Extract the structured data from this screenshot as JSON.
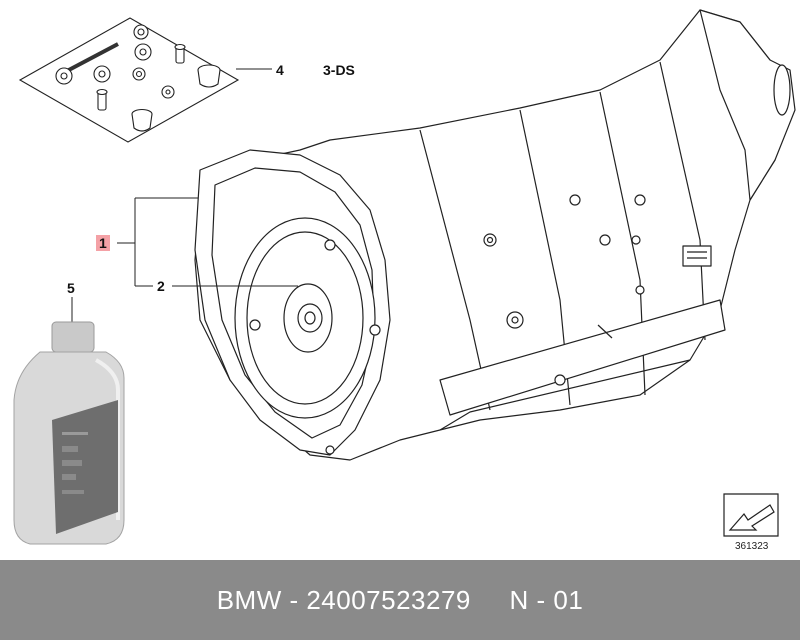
{
  "callouts": {
    "c1": "1",
    "c2": "2",
    "c4": "4",
    "c5": "5"
  },
  "variant_label": "3-DS",
  "reference_number": "361323",
  "footer": {
    "text": "BMW - 24007523279     N - 01"
  },
  "colors": {
    "highlight": "#f4a1a6",
    "footer_bg": "#8a8a8a",
    "footer_text": "#ffffff",
    "line_art": "#222222",
    "bottle_body": "#d9d9d9",
    "bottle_label": "#6e6e6e"
  }
}
